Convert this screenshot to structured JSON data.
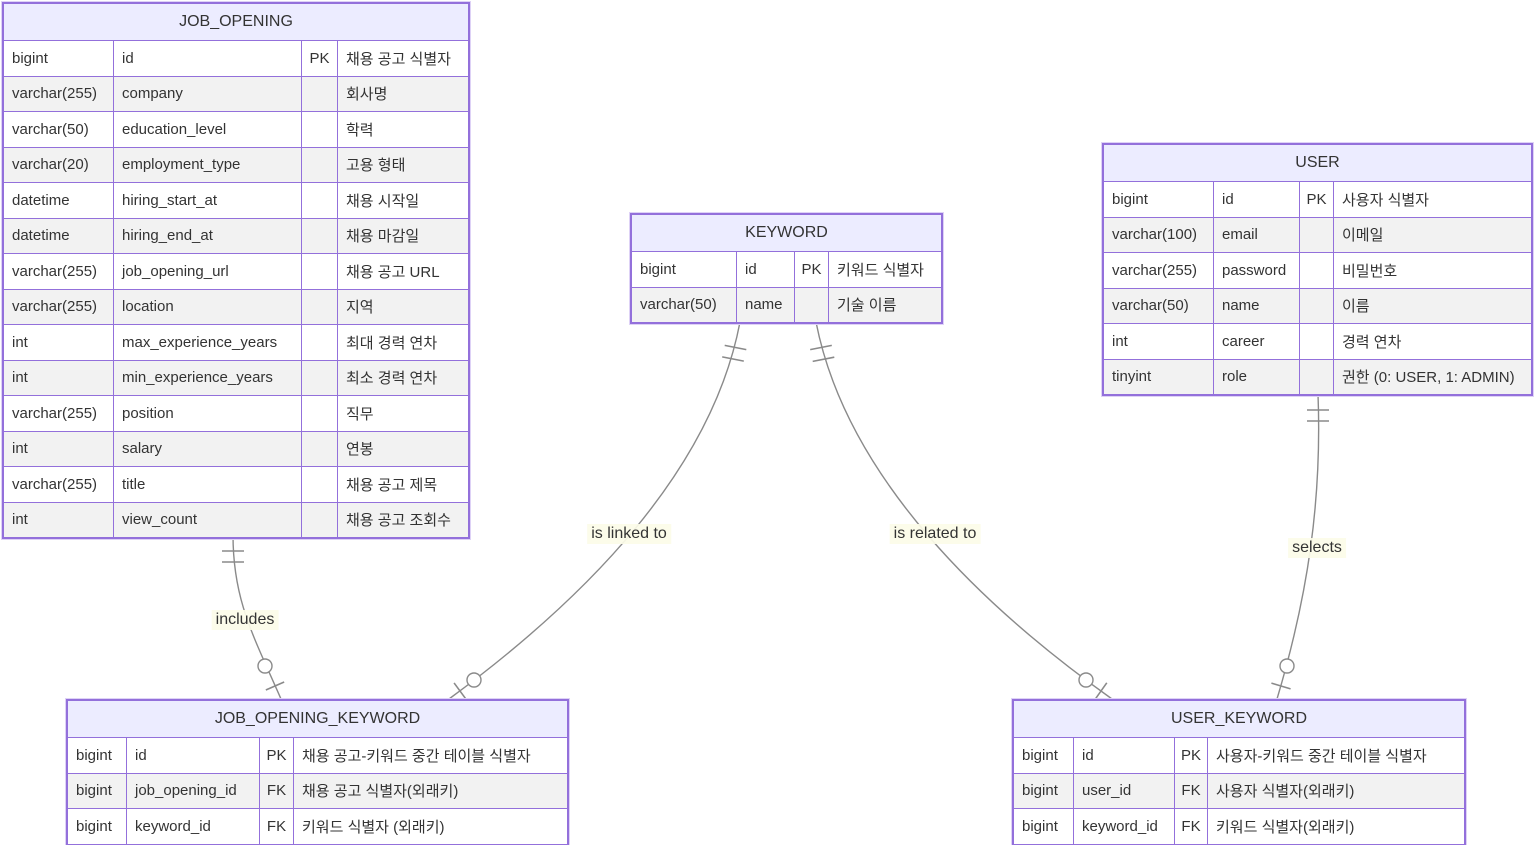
{
  "diagram": {
    "type": "er-diagram",
    "colors": {
      "entity_header_fill": "#ECECFF",
      "entity_border": "#9370DB",
      "row_alt_fill": "#f2f2f2",
      "relationship_line": "#8a8a8a",
      "label_background": "#fcfce8",
      "text": "#333333"
    },
    "entities": [
      {
        "id": "job_opening",
        "name": "JOB_OPENING",
        "columns": [
          "type",
          "name",
          "key",
          "comment"
        ],
        "rows": [
          [
            "bigint",
            "id",
            "PK",
            "채용 공고 식별자"
          ],
          [
            "varchar(255)",
            "company",
            "",
            "회사명"
          ],
          [
            "varchar(50)",
            "education_level",
            "",
            "학력"
          ],
          [
            "varchar(20)",
            "employment_type",
            "",
            "고용 형태"
          ],
          [
            "datetime",
            "hiring_start_at",
            "",
            "채용 시작일"
          ],
          [
            "datetime",
            "hiring_end_at",
            "",
            "채용 마감일"
          ],
          [
            "varchar(255)",
            "job_opening_url",
            "",
            "채용 공고 URL"
          ],
          [
            "varchar(255)",
            "location",
            "",
            "지역"
          ],
          [
            "int",
            "max_experience_years",
            "",
            "최대 경력 연차"
          ],
          [
            "int",
            "min_experience_years",
            "",
            "최소 경력 연차"
          ],
          [
            "varchar(255)",
            "position",
            "",
            "직무"
          ],
          [
            "int",
            "salary",
            "",
            "연봉"
          ],
          [
            "varchar(255)",
            "title",
            "",
            "채용 공고 제목"
          ],
          [
            "int",
            "view_count",
            "",
            "채용 공고 조회수"
          ]
        ]
      },
      {
        "id": "keyword",
        "name": "KEYWORD",
        "columns": [
          "type",
          "name",
          "key",
          "comment"
        ],
        "rows": [
          [
            "bigint",
            "id",
            "PK",
            "키워드 식별자"
          ],
          [
            "varchar(50)",
            "name",
            "",
            "기술 이름"
          ]
        ]
      },
      {
        "id": "user",
        "name": "USER",
        "columns": [
          "type",
          "name",
          "key",
          "comment"
        ],
        "rows": [
          [
            "bigint",
            "id",
            "PK",
            "사용자 식별자"
          ],
          [
            "varchar(100)",
            "email",
            "",
            "이메일"
          ],
          [
            "varchar(255)",
            "password",
            "",
            "비밀번호"
          ],
          [
            "varchar(50)",
            "name",
            "",
            "이름"
          ],
          [
            "int",
            "career",
            "",
            "경력 연차"
          ],
          [
            "tinyint",
            "role",
            "",
            "권한 (0: USER, 1: ADMIN)"
          ]
        ]
      },
      {
        "id": "job_opening_keyword",
        "name": "JOB_OPENING_KEYWORD",
        "columns": [
          "type",
          "name",
          "key",
          "comment"
        ],
        "rows": [
          [
            "bigint",
            "id",
            "PK",
            "채용 공고-키워드 중간 테이블 식별자"
          ],
          [
            "bigint",
            "job_opening_id",
            "FK",
            "채용 공고 식별자(외래키)"
          ],
          [
            "bigint",
            "keyword_id",
            "FK",
            "키워드 식별자 (외래키)"
          ]
        ]
      },
      {
        "id": "user_keyword",
        "name": "USER_KEYWORD",
        "columns": [
          "type",
          "name",
          "key",
          "comment"
        ],
        "rows": [
          [
            "bigint",
            "id",
            "PK",
            "사용자-키워드 중간 테이블 식별자"
          ],
          [
            "bigint",
            "user_id",
            "FK",
            "사용자 식별자(외래키)"
          ],
          [
            "bigint",
            "keyword_id",
            "FK",
            "키워드 식별자(외래키)"
          ]
        ]
      }
    ],
    "relationships": [
      {
        "label": "includes",
        "from": "JOB_OPENING",
        "to": "JOB_OPENING_KEYWORD",
        "from_cardinality": "exactly-one",
        "to_cardinality": "zero-or-one"
      },
      {
        "label": "is linked to",
        "from": "KEYWORD",
        "to": "JOB_OPENING_KEYWORD",
        "from_cardinality": "exactly-one",
        "to_cardinality": "zero-or-one"
      },
      {
        "label": "is related to",
        "from": "KEYWORD",
        "to": "USER_KEYWORD",
        "from_cardinality": "exactly-one",
        "to_cardinality": "zero-or-one"
      },
      {
        "label": "selects",
        "from": "USER",
        "to": "USER_KEYWORD",
        "from_cardinality": "exactly-one",
        "to_cardinality": "zero-or-one"
      }
    ]
  }
}
